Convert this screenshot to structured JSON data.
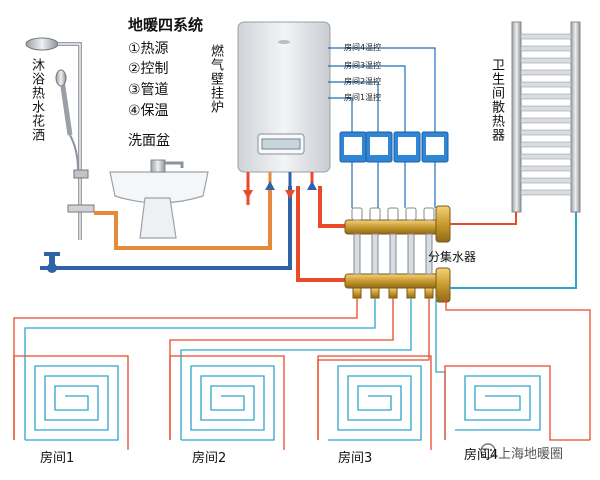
{
  "title": "地暖四系统",
  "items": [
    "①热源",
    "②控制",
    "③管道",
    "④保温"
  ],
  "labels": {
    "shower": "沐浴热水花洒",
    "basin": "洗面盆",
    "boiler": "燃气壁挂炉",
    "radiator": "卫生间散热器",
    "manifold": "分集水器",
    "thermostats": [
      "房间4温控",
      "房间3温控",
      "房间2温控",
      "房间1温控"
    ],
    "rooms": [
      "房间1",
      "房间2",
      "房间3",
      "房间4"
    ],
    "watermark": "上海地暖圈"
  },
  "colors": {
    "supply": "#e84a2a",
    "return": "#2ea6c8",
    "hot_water": "#e58a3a",
    "cold_water": "#2f62a8",
    "thermostat": "#2f86d6"
  },
  "icons": [
    "shower-icon",
    "basin-icon",
    "boiler-icon",
    "thermostat-icon",
    "manifold-icon",
    "radiator-icon",
    "valve-icon",
    "floor-loop-icon",
    "watermark-icon"
  ]
}
